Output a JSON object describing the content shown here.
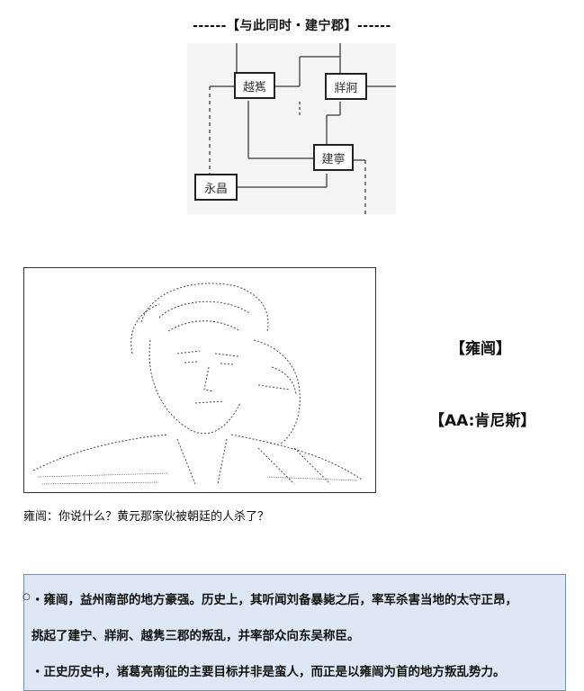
{
  "heading": "------【与此同时・建宁郡】------",
  "map": {
    "nodes": [
      "越嶲",
      "牂牁",
      "建寧",
      "永昌"
    ]
  },
  "character": {
    "name_label": "【雍闿】",
    "aa_label": "【AA:肯尼斯】"
  },
  "dialogue": "雍闿：你说什么？黄元那家伙被朝廷的人杀了？",
  "note": {
    "line1": "・雍闿，益州南部的地方豪强。历史上，其听闻刘备暴毙之后，率军杀害当地的太守正昂，",
    "line2": "挑起了建宁、牂牁、越隽三郡的叛乱，并率部众向东吴称臣。",
    "line3": "・正史历史中，诸葛亮南征的主要目标并非是蛮人，而正是以雍闿为首的地方叛乱势力。"
  }
}
